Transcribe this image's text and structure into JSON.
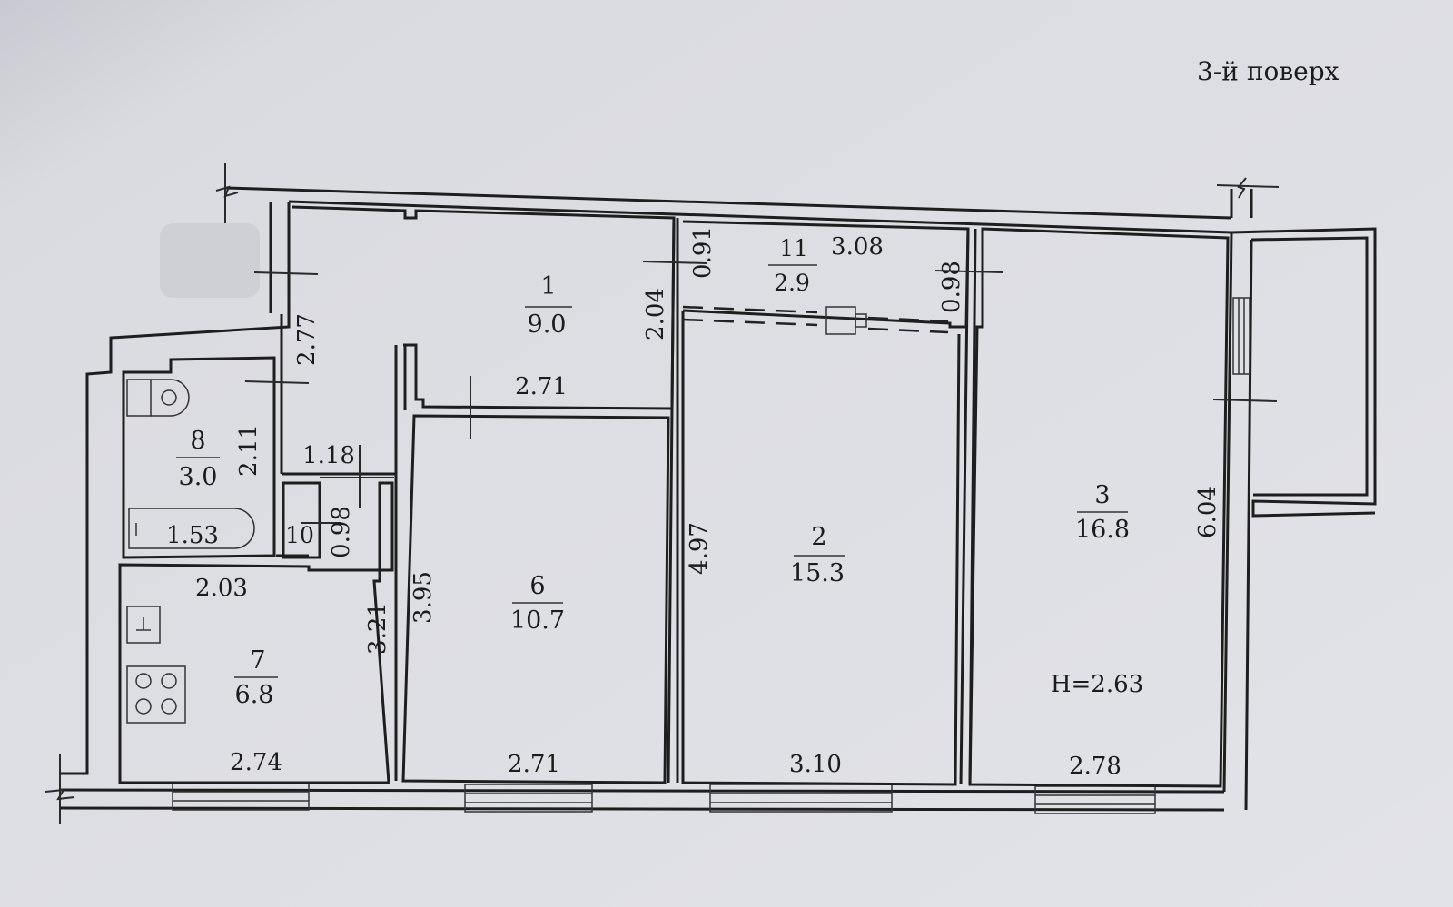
{
  "floor_label": "3-й поверх",
  "rooms": [
    {
      "number": "1",
      "area": "9.0"
    },
    {
      "number": "2",
      "area": "15.3"
    },
    {
      "number": "3",
      "area": "16.8"
    },
    {
      "number": "6",
      "area": "10.7"
    },
    {
      "number": "7",
      "area": "6.8"
    },
    {
      "number": "8",
      "area": "3.0"
    },
    {
      "number": "10",
      "area": ""
    },
    {
      "number": "11",
      "area": "2.9"
    }
  ],
  "dimensions": {
    "d_3_08": "3.08",
    "d_0_91": "0.91",
    "d_0_98_top": "0.98",
    "d_2_04": "2.04",
    "d_2_77": "2.77",
    "d_2_71_mid": "2.71",
    "d_2_11": "2.11",
    "d_1_18": "1.18",
    "d_1_53": "1.53",
    "d_0_98_small": "0.98",
    "d_2_03": "2.03",
    "d_3_21": "3.21",
    "d_3_95": "3.95",
    "d_4_97": "4.97",
    "d_6_04": "6.04",
    "d_2_74": "2.74",
    "d_2_71_bottom": "2.71",
    "d_3_10": "3.10",
    "d_2_78": "2.78"
  },
  "ceiling_height": "H=2.63",
  "colors": {
    "paper": "#dcdde3",
    "ink": "#1e1e1e"
  }
}
